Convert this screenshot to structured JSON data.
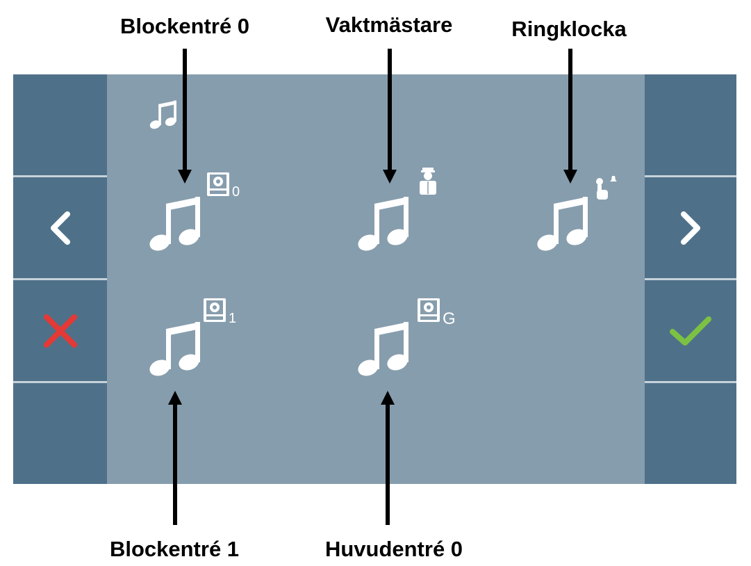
{
  "callouts": {
    "block_entrance_0": "Blockentré 0",
    "caretaker": "Vaktmästare",
    "doorbell": "Ringklocka",
    "block_entrance_1": "Blockentré 1",
    "main_entrance_0": "Huvudentré 0"
  },
  "screen": {
    "header_icon": "music-note-icon",
    "left_buttons": [
      "blank",
      "chevron-left-icon",
      "close-icon",
      "blank"
    ],
    "right_buttons": [
      "blank",
      "chevron-right-icon",
      "checkmark-icon",
      "blank"
    ],
    "tones": [
      {
        "id": "block-entrance-0",
        "badge_icon": "door-panel-icon",
        "badge_label": "0"
      },
      {
        "id": "caretaker",
        "badge_icon": "caretaker-icon",
        "badge_label": ""
      },
      {
        "id": "doorbell",
        "badge_icon": "doorbell-press-icon",
        "badge_label": ""
      },
      {
        "id": "block-entrance-1",
        "badge_icon": "door-panel-icon",
        "badge_label": "1"
      },
      {
        "id": "main-entrance-0",
        "badge_icon": "door-panel-icon",
        "badge_label": "G"
      }
    ]
  },
  "colors": {
    "screen_bg": "#869dad",
    "side_button": "#4f7089",
    "close_red": "#e53935",
    "confirm_green": "#7cc242"
  }
}
